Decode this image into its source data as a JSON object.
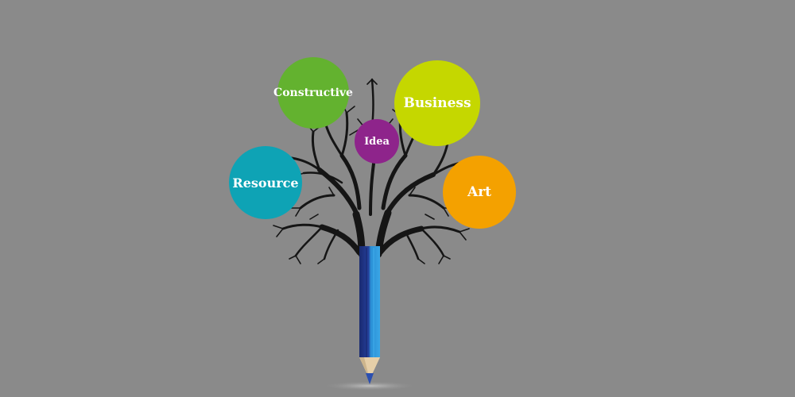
{
  "colors": {
    "background": "#8a8a8a",
    "tree": "#151515",
    "pencil_dark": "#1d2f7c",
    "pencil_light": "#2a8fd6",
    "pencil_wood": "#e6cfa8",
    "pencil_tip": "#2b4fb0"
  },
  "bubbles": [
    {
      "id": "constructive",
      "label": "Constructive",
      "color": "#63b22f"
    },
    {
      "id": "business",
      "label": "Business",
      "color": "#c5d700"
    },
    {
      "id": "idea",
      "label": "Idea",
      "color": "#8e248b"
    },
    {
      "id": "resource",
      "label": "Resource",
      "color": "#0ea3b5"
    },
    {
      "id": "art",
      "label": "Art",
      "color": "#f4a100"
    }
  ],
  "icons": {
    "tree": "tree-icon",
    "pencil": "pencil-icon"
  }
}
